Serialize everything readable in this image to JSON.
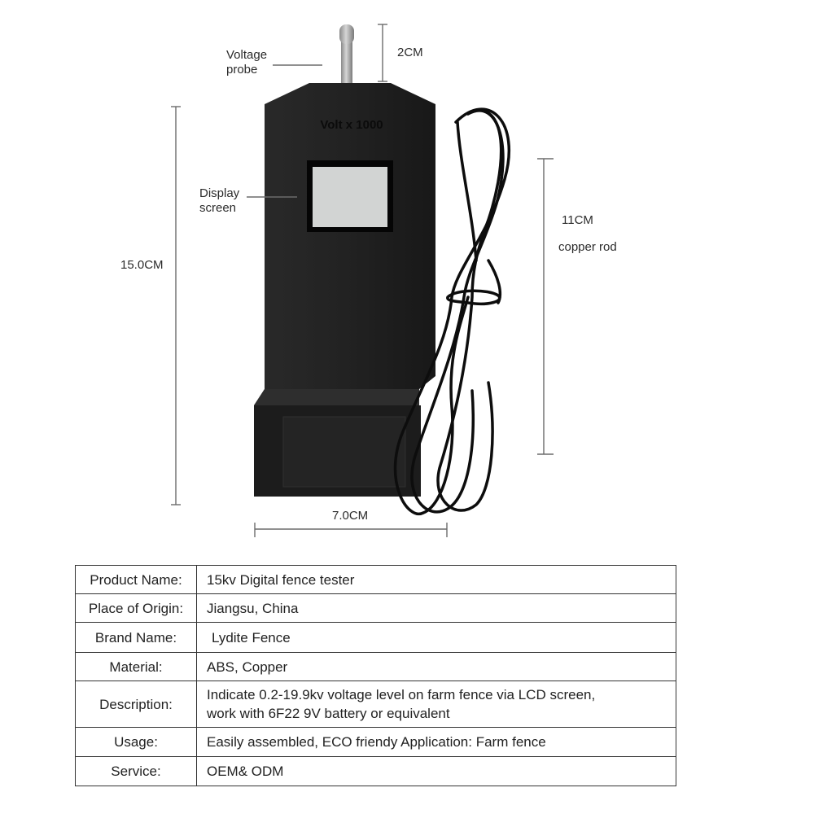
{
  "diagram": {
    "probe_label_line1": "Voltage",
    "probe_label_line2": "probe",
    "probe_dimension": "2CM",
    "brand_text": "Volt x 1000",
    "display_label_line1": "Display",
    "display_label_line2": "screen",
    "height_dimension": "15.0CM",
    "rod_dimension": "11CM",
    "rod_label": "copper rod",
    "width_dimension": "7.0CM",
    "colors": {
      "body": "#1f1f1f",
      "screen": "#d2d4d3",
      "cable": "#0d0d0d",
      "dim_line": "#6b6b6b"
    }
  },
  "spec_table": {
    "rows": [
      {
        "key": "Product Name:",
        "value": "15kv Digital fence tester"
      },
      {
        "key": "Place of Origin:",
        "value": "Jiangsu, China"
      },
      {
        "key": "Brand Name:",
        "value": "Lydite Fence"
      },
      {
        "key": "Material:",
        "value": "ABS, Copper"
      },
      {
        "key": "Description:",
        "value_line1": "Indicate 0.2-19.9kv voltage level on farm fence via LCD screen,",
        "value_line2": "work with 6F22 9V battery or equivalent"
      },
      {
        "key": "Usage:",
        "value": "Easily assembled, ECO friendy Application:  Farm fence"
      },
      {
        "key": "Service:",
        "value": "OEM& ODM"
      }
    ]
  }
}
